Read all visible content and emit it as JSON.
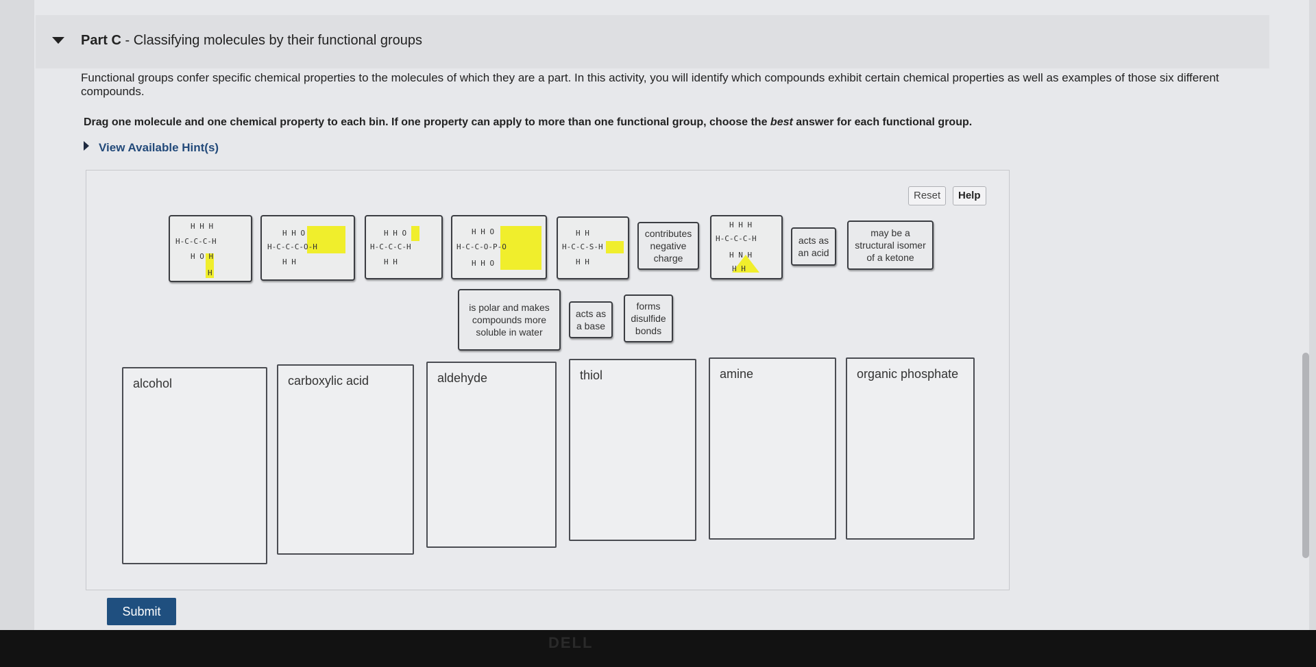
{
  "part": {
    "label": "Part C",
    "separator": " - ",
    "title": "Classifying molecules by their functional groups"
  },
  "intro": "Functional groups confer specific chemical properties to the molecules of which they are a part. In this activity, you will identify which compounds exhibit certain chemical properties as well as examples of those six different compounds.",
  "instruction": {
    "before": "Drag one molecule and one chemical property to each bin. If one property can apply to more than one functional group, choose the ",
    "emphasis": "best",
    "after": " answer for each functional group."
  },
  "hint_label": "View Available Hint(s)",
  "buttons": {
    "reset": "Reset",
    "help": "Help",
    "submit": "Submit"
  },
  "properties": [
    {
      "id": "negative",
      "text": "contributes negative charge"
    },
    {
      "id": "acid",
      "text": "acts as an acid"
    },
    {
      "id": "isomer",
      "text": "may be a structural isomer of a ketone"
    },
    {
      "id": "polar",
      "text": "is polar and makes compounds more soluble in water"
    },
    {
      "id": "base",
      "text": "acts as a base"
    },
    {
      "id": "disulfide",
      "text": "forms disulfide bonds"
    }
  ],
  "molecules": {
    "alcohol": {
      "top": "H  H  H",
      "main": "H-C-C-C-H",
      "bottom": "H  O  H",
      "extra": "H"
    },
    "carboxylic": {
      "top": "H  H  O",
      "main": "H-C-C-C-O-H",
      "bottom": "H  H"
    },
    "aldehyde": {
      "top": "H  H  O",
      "main": "H-C-C-C-H",
      "bottom": "H  H"
    },
    "phosphate": {
      "top": "H  H     O",
      "main": "H-C-C-O-P-O",
      "bottom": "H  H     O"
    },
    "thiol": {
      "top": "H  H",
      "main": "H-C-C-S-H",
      "bottom": "H  H"
    },
    "amine": {
      "top": "H  H  H",
      "main": "H-C-C-C-H",
      "bottom": "H  N  H",
      "extra": "H    H"
    }
  },
  "bins": [
    "alcohol",
    "carboxylic acid",
    "aldehyde",
    "thiol",
    "amine",
    "organic phosphate"
  ],
  "colors": {
    "highlight": "#f0ee2c",
    "submit": "#1f4f7f",
    "hint": "#234a7a"
  },
  "bottom_logo": "DELL"
}
